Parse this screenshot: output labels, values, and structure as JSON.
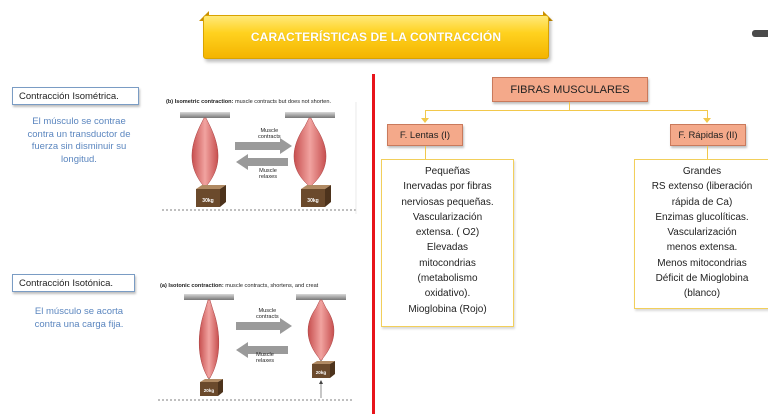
{
  "title": "CARACTERÍSTICAS DE LA CONTRACCIÓN",
  "left": {
    "isometric": {
      "label": "Contracción Isométrica.",
      "description": [
        "El músculo se contrae",
        "contra un transductor de",
        "fuerza sin disminuir su",
        "longitud."
      ],
      "figure": {
        "caption_bold": "(b) Isometric contraction:",
        "caption_rest": " muscle contracts but does not shorten.",
        "arrow_top": [
          "Muscle",
          "contracts"
        ],
        "arrow_bottom": [
          "Muscle",
          "relaxes"
        ],
        "weight": "30kg"
      }
    },
    "isotonic": {
      "label": "Contracción Isotónica.",
      "description": [
        "El músculo se acorta",
        "contra una carga fija."
      ],
      "figure": {
        "caption_bold": "(a) Isotonic contraction:",
        "caption_rest": " muscle contracts, shortens, and creat",
        "arrow_top": [
          "Muscle",
          "contracts"
        ],
        "arrow_bottom": [
          "Muscle",
          "relaxes"
        ],
        "weight": "20kg"
      }
    }
  },
  "right": {
    "main_title": "FIBRAS MUSCULARES",
    "slow": {
      "label": "F. Lentas (I)",
      "items": [
        "Pequeñas",
        "Inervadas por fibras",
        "nerviosas pequeñas.",
        "Vascularización",
        "extensa. ( O2)",
        "Elevadas",
        "mitocondrias",
        "(metabolismo",
        "oxidativo).",
        "Mioglobina (Rojo)"
      ]
    },
    "fast": {
      "label": "F. Rápidas (II)",
      "items": [
        "Grandes",
        "RS extenso (liberación",
        "rápida de Ca)",
        "Enzimas glucolíticas.",
        "Vascularización",
        "menos extensa.",
        "Menos mitocondrias",
        "Déficit de Mioglobina",
        "(blanco)"
      ]
    }
  },
  "colors": {
    "banner": "#ffd21f",
    "divider": "#e8141b",
    "fiber_box": "#f4a98a",
    "connector": "#f2c84b",
    "description_text": "#5b86bf",
    "muscle": "#e07a7a"
  }
}
